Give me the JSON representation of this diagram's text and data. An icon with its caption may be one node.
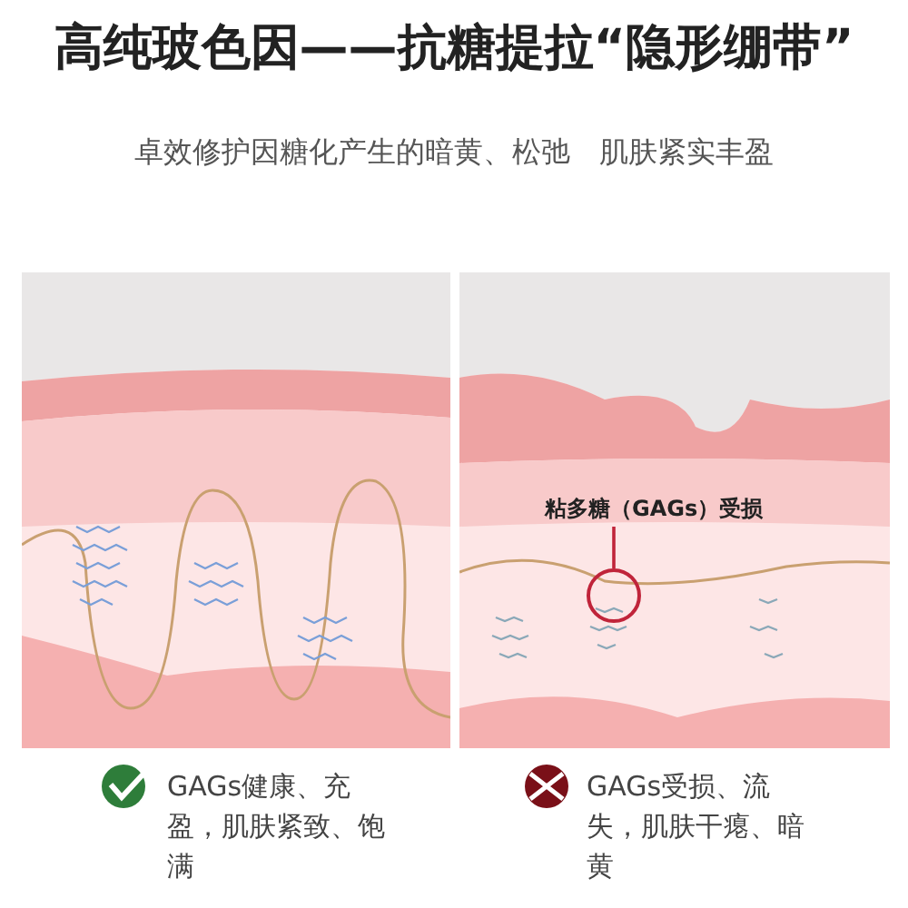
{
  "diagram": {
    "title": "高纯玻色因——抗糖提拉“隐形绷带”",
    "nodes": [
      {
        "text": [
          "粘多糖（GAGs）受损"
        ]
      },
      {
        "text": [],
        "shape": "circle"
      }
    ],
    "edges": [
      {
        "from": 0,
        "to": 1,
        "arrow": "none"
      }
    ],
    "labels": [
      "卓效修护因糖化产生的暗黄、松弛　肌肤紧实丰盈",
      "GAGs健康、充盈，肌肤紧致、饱满",
      "GAGs受损、流失，肌肤干瘪、暗黄"
    ]
  }
}
